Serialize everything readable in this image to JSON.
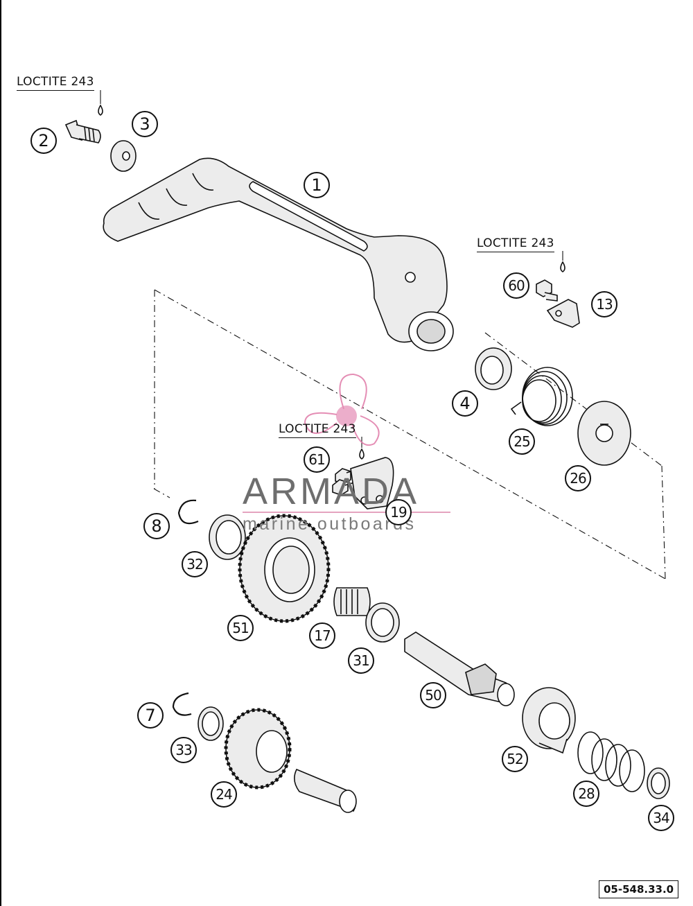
{
  "labels": {
    "loctite_top_left": "LOCTITE 243",
    "loctite_right": "LOCTITE 243",
    "loctite_center": "LOCTITE 243"
  },
  "callouts": {
    "c1": "1",
    "c2": "2",
    "c3": "3",
    "c4": "4",
    "c7": "7",
    "c8": "8",
    "c13": "13",
    "c17": "17",
    "c19": "19",
    "c24": "24",
    "c25": "25",
    "c26": "26",
    "c28": "28",
    "c31": "31",
    "c32": "32",
    "c33": "33",
    "c34": "34",
    "c50": "50",
    "c51": "51",
    "c52": "52",
    "c60": "60",
    "c61": "61"
  },
  "drawing_number": "05-548.33.0",
  "watermark": {
    "name": "ARMADA",
    "tagline": "marine outboards",
    "accent_color": "#e07aa8"
  },
  "colors": {
    "line": "#111111",
    "part_fill": "#e8e8e8",
    "background": "#ffffff"
  }
}
